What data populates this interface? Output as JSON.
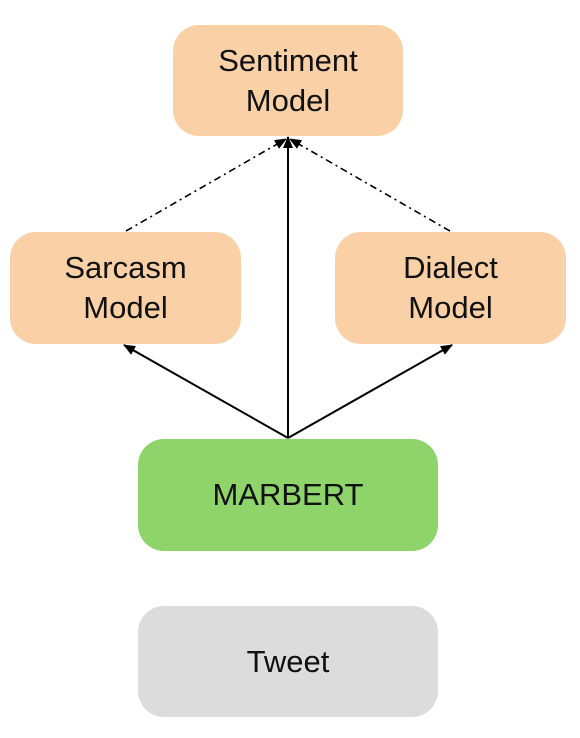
{
  "colors": {
    "model_fill": "#fad1a7",
    "marbert_fill": "#8ed46a",
    "tweet_fill": "#dcdcdc",
    "edge": "#000000"
  },
  "nodes": {
    "sentiment": {
      "lines": [
        "Sentiment",
        "Model"
      ]
    },
    "sarcasm": {
      "lines": [
        "Sarcasm",
        "Model"
      ]
    },
    "dialect": {
      "lines": [
        "Dialect",
        "Model"
      ]
    },
    "marbert": {
      "label": "MARBERT"
    },
    "tweet": {
      "label": "Tweet"
    }
  },
  "edges": [
    {
      "from": "marbert",
      "to": "sentiment",
      "style": "solid"
    },
    {
      "from": "marbert",
      "to": "sarcasm",
      "style": "solid"
    },
    {
      "from": "marbert",
      "to": "dialect",
      "style": "solid"
    },
    {
      "from": "sarcasm",
      "to": "sentiment",
      "style": "dash-dot"
    },
    {
      "from": "dialect",
      "to": "sentiment",
      "style": "dash-dot"
    }
  ]
}
